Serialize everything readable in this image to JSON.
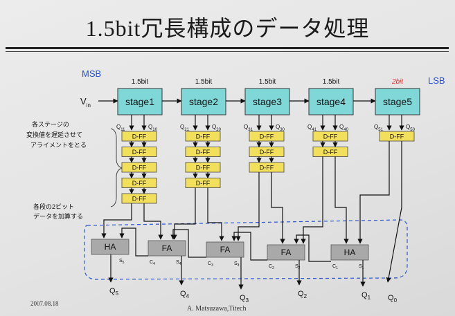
{
  "title": "1.5bit冗長構成のデータ処理",
  "labels": {
    "msb": "MSB",
    "lsb": "LSB",
    "vin": "V",
    "vin_sub": "in",
    "note_align": [
      "各ステージの",
      "変換値を遅延させて",
      "アライメントをとる"
    ],
    "note_add": [
      "各段の2ビット",
      "データを加算する"
    ]
  },
  "stages": [
    {
      "name": "stage1",
      "bits": "1.5bit",
      "q_hi": "Q",
      "q_hi_sub": "11",
      "q_lo": "Q",
      "q_lo_sub": "10"
    },
    {
      "name": "stage2",
      "bits": "1.5bit",
      "q_hi": "Q",
      "q_hi_sub": "21",
      "q_lo": "Q",
      "q_lo_sub": "20"
    },
    {
      "name": "stage3",
      "bits": "1.5bit",
      "q_hi": "Q",
      "q_hi_sub": "31",
      "q_lo": "Q",
      "q_lo_sub": "30"
    },
    {
      "name": "stage4",
      "bits": "1.5bit",
      "q_hi": "Q",
      "q_hi_sub": "41",
      "q_lo": "Q",
      "q_lo_sub": "40"
    },
    {
      "name": "stage5",
      "bits": "2bit",
      "q_hi": "Q",
      "q_hi_sub": "51",
      "q_lo": "Q",
      "q_lo_sub": "50"
    }
  ],
  "dff_label": "D-FF",
  "dff_counts": [
    5,
    4,
    3,
    2,
    1
  ],
  "adders": [
    {
      "type": "HA",
      "s": "S",
      "s_sub": "5"
    },
    {
      "type": "FA",
      "c": "C",
      "c_sub": "4",
      "s": "S",
      "s_sub": "4"
    },
    {
      "type": "FA",
      "c": "C",
      "c_sub": "3",
      "s": "S",
      "s_sub": "3"
    },
    {
      "type": "FA",
      "c": "C",
      "c_sub": "2",
      "s": "S",
      "s_sub": "2"
    },
    {
      "type": "HA",
      "c": "C",
      "c_sub": "1",
      "s": "S",
      "s_sub": "1"
    }
  ],
  "outputs": [
    {
      "q": "Q",
      "sub": "5"
    },
    {
      "q": "Q",
      "sub": "4"
    },
    {
      "q": "Q",
      "sub": "3"
    },
    {
      "q": "Q",
      "sub": "2"
    },
    {
      "q": "Q",
      "sub": "1"
    },
    {
      "q": "Q",
      "sub": "0"
    }
  ],
  "footer": {
    "date": "2007.08.18",
    "author": "A. Matsuzawa,Titech"
  },
  "colors": {
    "stage_fill": "#7fd7d7",
    "dff_fill": "#f2df5c",
    "adder_fill": "#a9a9a9",
    "msb_lsb": "#2a4fd0",
    "two_bit": "#e03030",
    "dashed_box": "#2a55d0"
  }
}
